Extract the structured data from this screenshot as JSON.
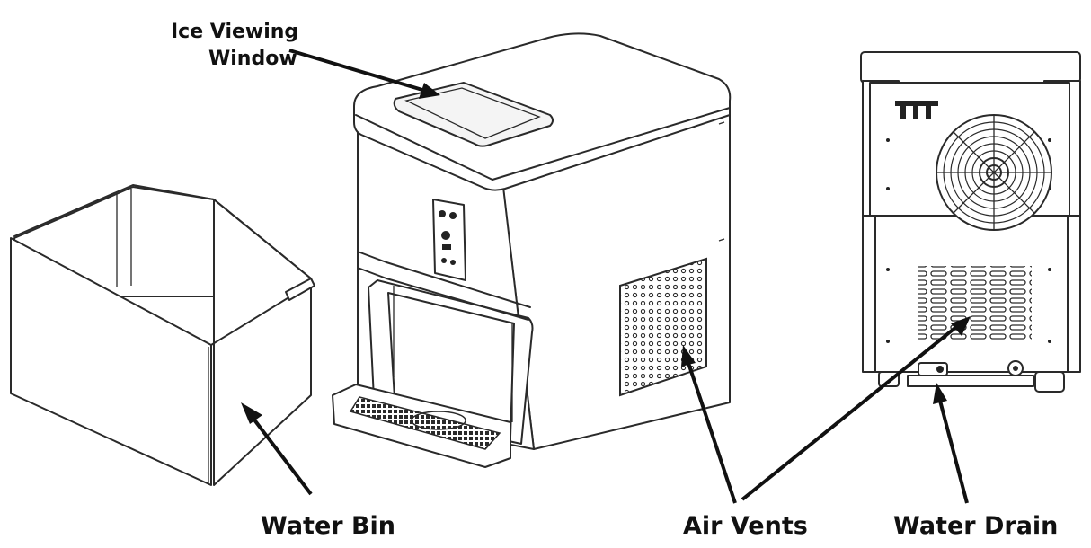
{
  "labels": {
    "ice_viewing_window_line1": "Ice Viewing",
    "ice_viewing_window_line2": "Window",
    "water_bin": "Water Bin",
    "air_vents": "Air Vents",
    "water_drain": "Water Drain"
  },
  "colors": {
    "line": "#2a2a2a",
    "arrow": "#111111",
    "background": "#ffffff"
  }
}
